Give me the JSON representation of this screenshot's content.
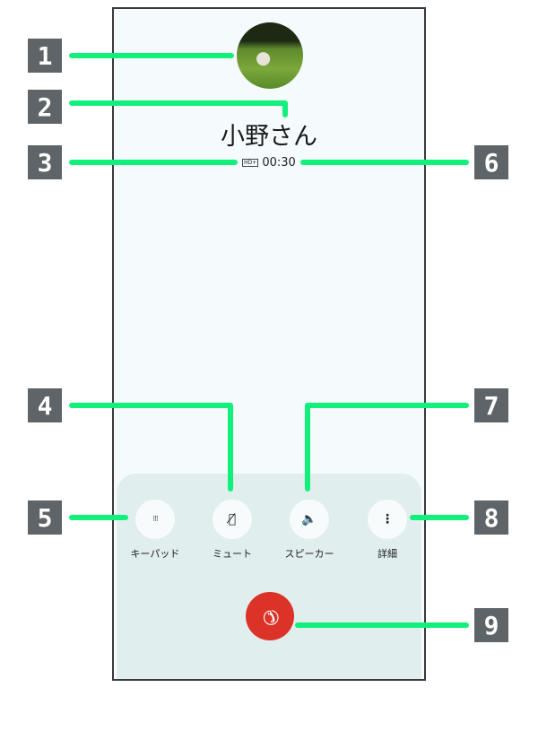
{
  "call": {
    "name": "小野さん",
    "hd_label": "HD+",
    "duration": "00:30"
  },
  "actions": [
    {
      "label": "キーパッド",
      "icon": "dialpad-icon"
    },
    {
      "label": "ミュート",
      "icon": "mic-off-icon"
    },
    {
      "label": "スピーカー",
      "icon": "speaker-icon"
    },
    {
      "label": "詳細",
      "icon": "more-vert-icon"
    }
  ],
  "end_call": {
    "icon": "call-end-icon",
    "color": "#dc3328"
  },
  "callouts": [
    "1",
    "2",
    "3",
    "4",
    "5",
    "6",
    "7",
    "8",
    "9"
  ],
  "colors": {
    "callout_line": "#12f07c",
    "badge": "#5f6468"
  }
}
